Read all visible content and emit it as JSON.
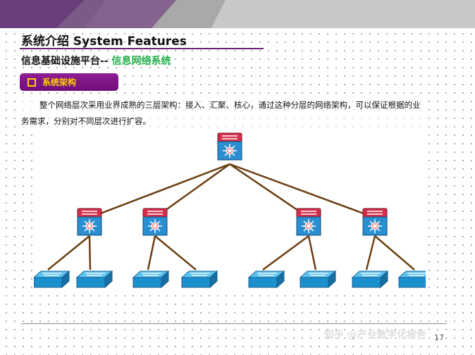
{
  "slide": {
    "title": "系统介绍 System Features",
    "subtitle_prefix": "信息基础设施平台--",
    "subtitle_accent": "信息网络系统",
    "section_label": "系统架构",
    "paragraph": "整个网络层次采用业界成熟的三层架构：接入、汇聚、核心，通过这种分层的网络架构，可以保证根据的业务需求，分别对不同层次进行扩容。",
    "page_number": "17",
    "watermark": "知乎 @产业数字化报告"
  },
  "colors": {
    "purple": "#6b1f73",
    "accent_green": "#22b04b",
    "badge_text": "#ffd000",
    "link_line": "#6b3f12",
    "device_blue": "#1e90c8",
    "device_red": "#c8283c"
  },
  "diagram": {
    "layers": [
      "core",
      "distribution",
      "access"
    ],
    "core_count": 1,
    "distribution_count": 4,
    "access_count": 8
  }
}
